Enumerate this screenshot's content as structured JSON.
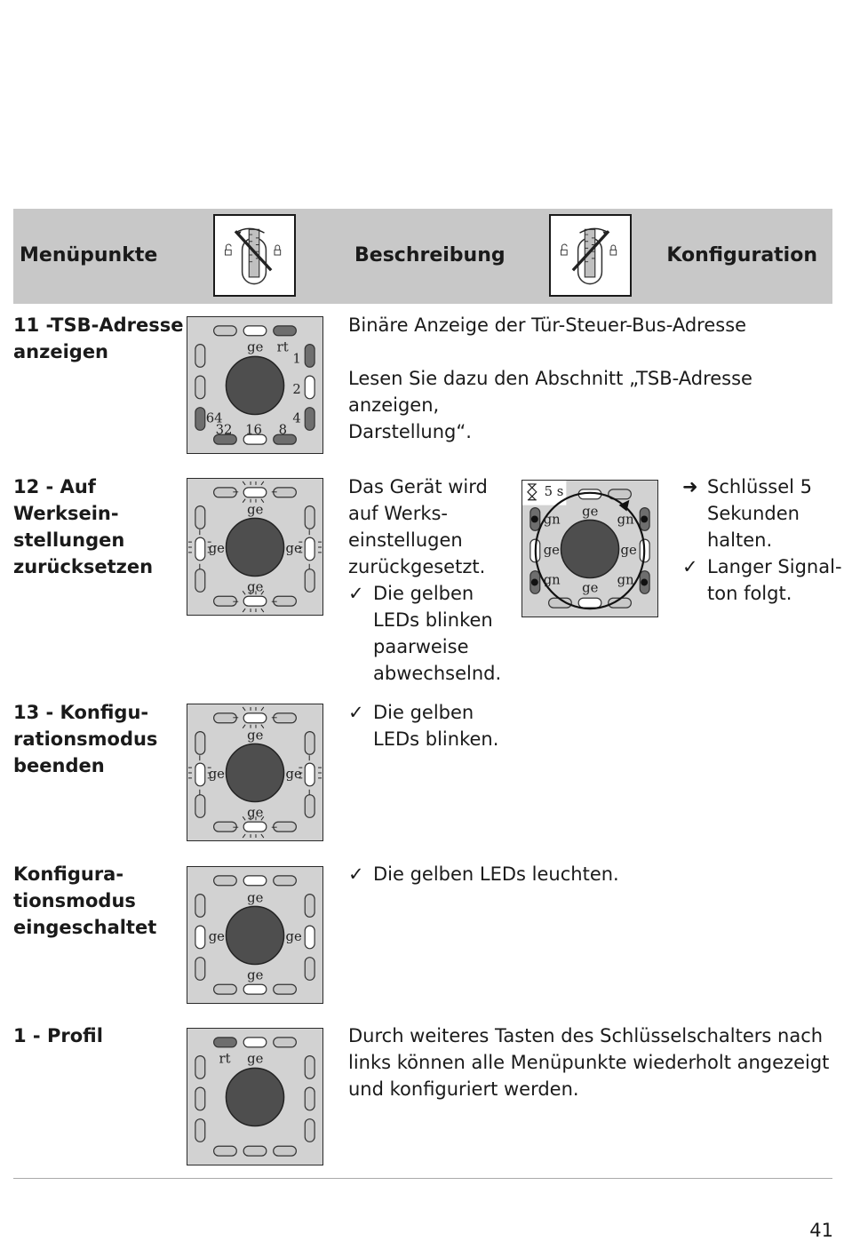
{
  "header": {
    "col_menu": "Menüpunkte",
    "col_desc": "Beschreibung",
    "col_conf": "Konfiguration",
    "key_left": "key-turn-left-icon",
    "key_right": "key-turn-right-icon"
  },
  "rows": [
    {
      "title": [
        "11 -TSB-Adresse",
        "anzeigen"
      ],
      "desc": [
        "Binäre Anzeige der Tür-Steuer-Bus-Adresse",
        "Lesen Sie dazu den Abschnitt „TSB-Adresse anzeigen,",
        "Darstellung“."
      ],
      "panel_labels": {
        "ge": "ge",
        "rt": "rt",
        "b1": "1",
        "b2": "2",
        "b4": "4",
        "b8": "8",
        "b16": "16",
        "b32": "32",
        "b64": "64"
      }
    },
    {
      "title": [
        "12 - Auf",
        "Werksein-",
        "stellungen",
        "zurücksetzen"
      ],
      "desc": [
        "Das Gerät wird",
        "auf Werks-",
        "einstellugen",
        "zurückgesetzt.",
        "Die gelben",
        "LEDs blinken",
        "paarweise",
        "abwechselnd."
      ],
      "panel_labels": {
        "top": "ge",
        "left": "ge",
        "right": "ge",
        "bottom": "ge"
      },
      "config_panel": {
        "timer": "5 s",
        "top": "ge",
        "tl": "gn",
        "tr": "gn",
        "ml": "ge",
        "mr": "ge",
        "bl": "gn",
        "br": "gn",
        "bottom": "ge"
      },
      "config": [
        "Schlüssel 5",
        "Sekunden",
        "halten.",
        "Langer Signal-",
        "ton folgt."
      ]
    },
    {
      "title": [
        "13 - Konfigu-",
        "rationsmodus",
        "beenden"
      ],
      "desc": [
        "Die gelben",
        "LEDs blinken."
      ],
      "panel_labels": {
        "top": "ge",
        "left": "ge",
        "right": "ge",
        "bottom": "ge"
      }
    },
    {
      "title": [
        "Konfigura-",
        "tionsmodus",
        "eingeschaltet"
      ],
      "desc": [
        "Die gelben LEDs leuchten."
      ],
      "panel_labels": {
        "top": "ge",
        "left": "ge",
        "right": "ge",
        "bottom": "ge"
      }
    },
    {
      "title": [
        "1 - Profil"
      ],
      "desc": [
        "Durch weiteres Tasten des Schlüsselschalters nach",
        "links können alle Menüpunkte wiederholt angezeigt",
        "und konfiguriert werden."
      ],
      "panel_labels": {
        "rt": "rt",
        "ge": "ge"
      }
    }
  ],
  "page_number": "41",
  "colors": {
    "header_bg": "#c8c8c8",
    "panel_bg": "#d2d2d2",
    "led_dark": "#6e6e6e",
    "led_off": "#c9c9c9",
    "led_lit": "#ffffff",
    "knob": "#4e4e4e"
  }
}
